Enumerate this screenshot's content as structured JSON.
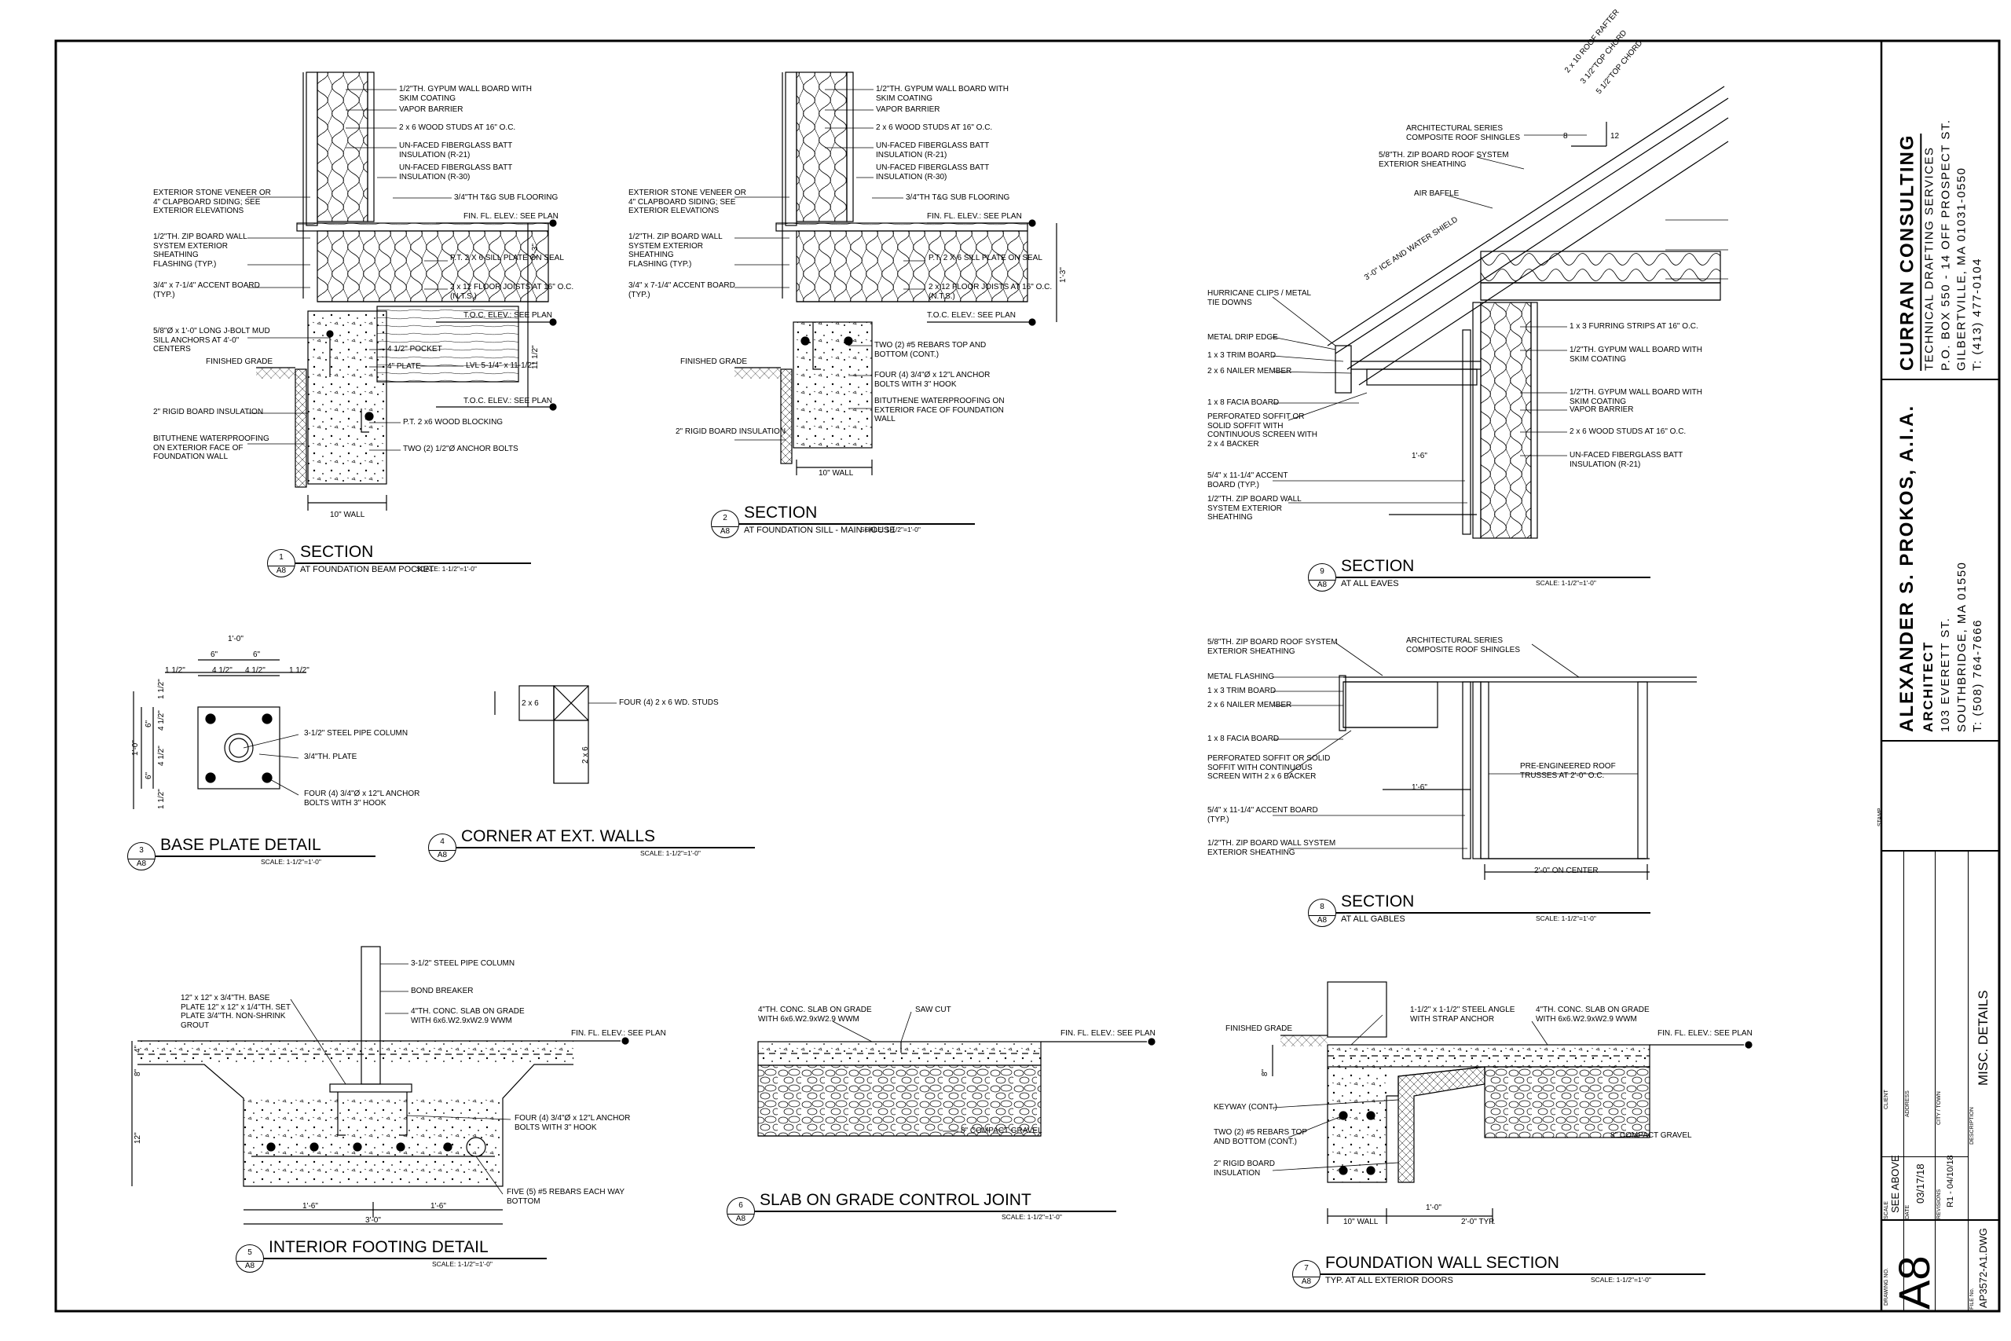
{
  "details": [
    {
      "num": "1",
      "sheet": "A8",
      "title": "SECTION",
      "subtitle": "AT FOUNDATION BEAM POCKET",
      "scale": "SCALE: 1-1/2\"=1'-0\"",
      "notes": [
        "1/2\"TH. GYPUM WALL BOARD WITH SKIM COATING",
        "VAPOR BARRIER",
        "2 x 6 WOOD STUDS AT 16\" O.C.",
        "UN-FACED FIBERGLASS BATT INSULATION (R-21)",
        "UN-FACED FIBERGLASS BATT INSULATION (R-30)",
        "3/4\"TH T&G SUB FLOORING",
        "EXTERIOR STONE VENEER OR 4\" CLAPBOARD SIDING; SEE EXTERIOR ELEVATIONS",
        "1/2\"TH. ZIP BOARD WALL SYSTEM EXTERIOR SHEATHING",
        "FLASHING (TYP.)",
        "3/4\" x 7-1/4\" ACCENT BOARD (TYP.)",
        "5/8\"Ø x 1'-0\" LONG J-BOLT MUD SILL ANCHORS AT 4'-0\" CENTERS",
        "FINISHED GRADE",
        "2\" RIGID BOARD INSULATION",
        "BITUTHENE WATERPROOFING ON EXTERIOR FACE OF FOUNDATION WALL",
        "FIN. FL. ELEV.: SEE PLAN",
        "P.T. 2 X 6 SILL PLATE ON SEAL",
        "2 x 12 FLOOR JOISTS AT 16\" O.C. (N.T.S.)",
        "T.O.C. ELEV.: SEE PLAN",
        "4 1/2\" POCKET",
        "4\" PLATE",
        "LVL 5-1/4\" x 11-1/2\"",
        "T.O.C. ELEV.: SEE PLAN",
        "P.T. 2 x6 WOOD BLOCKING",
        "TWO (2) 1/2\"Ø ANCHOR BOLTS"
      ],
      "dims": [
        "1'-3\"",
        "11 1/2\"",
        "10\" WALL"
      ]
    },
    {
      "num": "2",
      "sheet": "A8",
      "title": "SECTION",
      "subtitle": "AT FOUNDATION SILL - MAIN HOUSE",
      "scale": "SCALE: 1-1/2\"=1'-0\"",
      "notes": [
        "1/2\"TH. GYPUM WALL BOARD WITH SKIM COATING",
        "VAPOR BARRIER",
        "2 x 6 WOOD STUDS AT 16\" O.C.",
        "UN-FACED FIBERGLASS BATT INSULATION (R-21)",
        "UN-FACED FIBERGLASS BATT INSULATION (R-30)",
        "3/4\"TH T&G SUB FLOORING",
        "EXTERIOR STONE VENEER OR 4\" CLAPBOARD SIDING; SEE EXTERIOR ELEVATIONS",
        "1/2\"TH. ZIP BOARD WALL SYSTEM EXTERIOR SHEATHING",
        "FLASHING (TYP.)",
        "3/4\" x 7-1/4\" ACCENT BOARD (TYP.)",
        "FINISHED GRADE",
        "2\" RIGID BOARD INSULATION",
        "FIN. FL. ELEV.: SEE PLAN",
        "P.T. 2 X 6 SILL PLATE ON SEAL",
        "2 x 12 FLOOR JOISTS AT 16\" O.C. (N.T.S.)",
        "T.O.C. ELEV.: SEE PLAN",
        "TWO (2) #5 REBARS TOP AND BOTTOM (CONT.)",
        "FOUR (4) 3/4\"Ø x 12\"L ANCHOR BOLTS WITH 3\" HOOK",
        "BITUTHENE WATERPROOFING ON EXTERIOR FACE OF FOUNDATION WALL"
      ],
      "dims": [
        "1'-3\"",
        "10\" WALL"
      ]
    },
    {
      "num": "3",
      "sheet": "A8",
      "title": "BASE PLATE DETAIL",
      "subtitle": "",
      "scale": "SCALE: 1-1/2\"=1'-0\"",
      "notes": [
        "3-1/2\" STEEL PIPE COLUMN",
        "3/4\"TH. PLATE",
        "FOUR (4) 3/4\"Ø x 12\"L ANCHOR BOLTS WITH 3\" HOOK"
      ],
      "dims": [
        "1'-0\"",
        "6\"",
        "6\"",
        "1 1/2\"",
        "4 1/2\"",
        "4 1/2\"",
        "1 1/2\"",
        "1 1/2\"",
        "4 1/2\"",
        "4 1/2\"",
        "1 1/2\"",
        "6\"",
        "6\"",
        "1'-0\""
      ]
    },
    {
      "num": "4",
      "sheet": "A8",
      "title": "CORNER AT EXT. WALLS",
      "subtitle": "",
      "scale": "SCALE: 1-1/2\"=1'-0\"",
      "notes": [
        "FOUR (4) 2 x 6 WD. STUDS",
        "2 x 6",
        "2 x 6"
      ]
    },
    {
      "num": "5",
      "sheet": "A8",
      "title": "INTERIOR FOOTING DETAIL",
      "subtitle": "",
      "scale": "SCALE: 1-1/2\"=1'-0\"",
      "notes": [
        "3-1/2\" STEEL PIPE COLUMN",
        "BOND BREAKER",
        "12\" x 12\" x 3/4\"TH. BASE PLATE 12\" x 12\" x 1/4\"TH. SET PLATE 3/4\"TH. NON-SHRINK GROUT",
        "4\"TH. CONC. SLAB ON GRADE WITH 6x6.W2.9xW2.9 WWM",
        "FIN. FL. ELEV.: SEE PLAN",
        "FOUR (4) 3/4\"Ø x 12\"L ANCHOR BOLTS WITH 3\" HOOK",
        "FIVE (5) #5 REBARS EACH WAY BOTTOM"
      ],
      "dims": [
        "4\"",
        "8\"",
        "12\"",
        "1'-6\"",
        "1'-6\"",
        "3'-0\""
      ]
    },
    {
      "num": "6",
      "sheet": "A8",
      "title": "SLAB ON GRADE CONTROL JOINT",
      "subtitle": "",
      "scale": "SCALE: 1-1/2\"=1'-0\"",
      "notes": [
        "4\"TH. CONC. SLAB ON GRADE WITH 6x6.W2.9xW2.9 WWM",
        "SAW CUT",
        "FIN. FL. ELEV.: SEE PLAN",
        "8\" COMPACT GRAVEL"
      ]
    },
    {
      "num": "7",
      "sheet": "A8",
      "title": "FOUNDATION WALL SECTION",
      "subtitle": "TYP. AT ALL EXTERIOR DOORS",
      "scale": "SCALE: 1-1/2\"=1'-0\"",
      "notes": [
        "FINISHED GRADE",
        "1-1/2\" x 1-1/2\" STEEL ANGLE WITH STRAP ANCHOR",
        "4\"TH. CONC. SLAB ON GRADE WITH 6x6.W2.9xW2.9 WWM",
        "FIN. FL. ELEV.: SEE PLAN",
        "KEYWAY (CONT.)",
        "TWO (2) #5 REBARS TOP AND BOTTOM (CONT.)",
        "2\" RIGID BOARD INSULATION",
        "8\" COMPACT GRAVEL"
      ],
      "dims": [
        "8\"",
        "10\" WALL",
        "1'-0\"",
        "2'-0\" TYP."
      ]
    },
    {
      "num": "8",
      "sheet": "A8",
      "title": "SECTION",
      "subtitle": "AT ALL GABLES",
      "scale": "SCALE: 1-1/2\"=1'-0\"",
      "notes": [
        "5/8\"TH. ZIP BOARD ROOF SYSTEM EXTERIOR SHEATHING",
        "ARCHITECTURAL SERIES COMPOSITE ROOF SHINGLES",
        "METAL FLASHING",
        "1 x 3 TRIM BOARD",
        "2 x 6 NAILER MEMBER",
        "1 x 8 FACIA BOARD",
        "PERFORATED SOFFIT OR SOLID SOFFIT WITH CONTINUOUS SCREEN WITH 2 x 6 BACKER",
        "PRE-ENGINEERED ROOF TRUSSES AT 2'-0\" O.C.",
        "5/4\" x 11-1/4\" ACCENT BOARD (TYP.)",
        "1/2\"TH. ZIP BOARD WALL SYSTEM EXTERIOR SHEATHING"
      ],
      "dims": [
        "1'-6\"",
        "2'-0\" ON CENTER"
      ]
    },
    {
      "num": "9",
      "sheet": "A8",
      "title": "SECTION",
      "subtitle": "AT ALL EAVES",
      "scale": "SCALE: 1-1/2\"=1'-0\"",
      "notes": [
        "2 x 10 ROOF RAFTER",
        "3 1/2\"TOP CHORD",
        "5 1/2\"TOP CHORD",
        "ARCHITECTURAL SERIES COMPOSITE ROOF SHINGLES",
        "5/8\"TH. ZIP BOARD ROOF SYSTEM EXTERIOR SHEATHING",
        "AIR BAFFLE",
        "3'-0\" ICE AND WATER SHIELD",
        "HURRICANE CLIPS / METAL TIE DOWNS",
        "METAL DRIP EDGE",
        "1 x 3 TRIM BOARD",
        "2 x 6 NAILER MEMBER",
        "1 x 8 FACIA BOARD",
        "PERFORATED SOFFIT OR SOLID SOFFIT WITH CONTINUOUS SCREEN WITH 2 x 4 BACKER",
        "5/4\" x 11-1/4\" ACCENT BOARD (TYP.)",
        "1/2\"TH. ZIP BOARD WALL SYSTEM EXTERIOR SHEATHING",
        "1 x 3 FURRING STRIPS AT 16\" O.C.",
        "1/2\"TH. GYPUM WALL BOARD WITH SKIM COATING",
        "1/2\"TH. GYPUM WALL BOARD WITH SKIM COATING",
        "VAPOR BARRIER",
        "2 x 6 WOOD STUDS AT 16\" O.C.",
        "UN-FACED FIBERGLASS BATT INSULATION (R-21)"
      ],
      "dims": [
        "12",
        "8",
        "1'-6\""
      ]
    }
  ],
  "title_block": {
    "consultant": {
      "name": "CURRAN CONSULTING",
      "line1": "TECHNICAL DRAFTING SERVICES",
      "line2": "P.O. BOX 550 - 14 OFF PROSPECT ST.",
      "line3": "GILBERTVILLE, MA 01031-0550",
      "line4": "T: (413) 477-0104"
    },
    "architect": {
      "name": "ALEXANDER S. PROKOS, A.I.A.",
      "role": "ARCHITECT",
      "line1": "103 EVERETT ST.",
      "line2": "SOUTHBRIDGE, MA 01550",
      "line3": "T: (508) 764-7666"
    },
    "stamp_label": "STAMP",
    "client_label": "CLIENT",
    "address_label": "ADDRESS",
    "city_label": "CITY / TOWN",
    "description_label": "DESCRIPTION",
    "description": "MISC. DETAILS",
    "scale_label": "SCALE",
    "scale": "SEE ABOVE",
    "date_label": "DATE",
    "date": "03/17/18",
    "revisions_label": "REVISIONS",
    "revision": "R1 - 04/10/18",
    "drawing_no_label": "DRAWING NO.",
    "drawing_no": "A8",
    "file_label": "FILE No.",
    "file_no": "AP3572-A1.DWG"
  }
}
